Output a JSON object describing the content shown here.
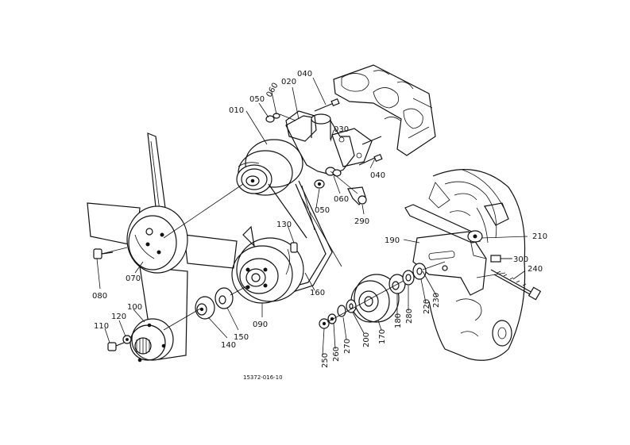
{
  "diagram": {
    "drawing_code": "15372-016-10",
    "parts": [
      {
        "id": "p010",
        "label": "010"
      },
      {
        "id": "p020",
        "label": "020"
      },
      {
        "id": "p030",
        "label": "030"
      },
      {
        "id": "p040a",
        "label": "040"
      },
      {
        "id": "p040b",
        "label": "040"
      },
      {
        "id": "p050a",
        "label": "050"
      },
      {
        "id": "p050b",
        "label": "050"
      },
      {
        "id": "p060a",
        "label": "060"
      },
      {
        "id": "p060b",
        "label": "060"
      },
      {
        "id": "p070",
        "label": "070"
      },
      {
        "id": "p080",
        "label": "080"
      },
      {
        "id": "p090",
        "label": "090"
      },
      {
        "id": "p100",
        "label": "100"
      },
      {
        "id": "p110",
        "label": "110"
      },
      {
        "id": "p120",
        "label": "120"
      },
      {
        "id": "p130",
        "label": "130"
      },
      {
        "id": "p140",
        "label": "140"
      },
      {
        "id": "p150",
        "label": "150"
      },
      {
        "id": "p160",
        "label": "160"
      },
      {
        "id": "p170",
        "label": "170"
      },
      {
        "id": "p180",
        "label": "180"
      },
      {
        "id": "p190",
        "label": "190"
      },
      {
        "id": "p200",
        "label": "200"
      },
      {
        "id": "p210",
        "label": "210"
      },
      {
        "id": "p220",
        "label": "220"
      },
      {
        "id": "p230",
        "label": "230"
      },
      {
        "id": "p240",
        "label": "240"
      },
      {
        "id": "p250",
        "label": "250"
      },
      {
        "id": "p260",
        "label": "260"
      },
      {
        "id": "p270",
        "label": "270"
      },
      {
        "id": "p280",
        "label": "280"
      },
      {
        "id": "p290",
        "label": "290"
      },
      {
        "id": "p300",
        "label": "300"
      }
    ]
  }
}
